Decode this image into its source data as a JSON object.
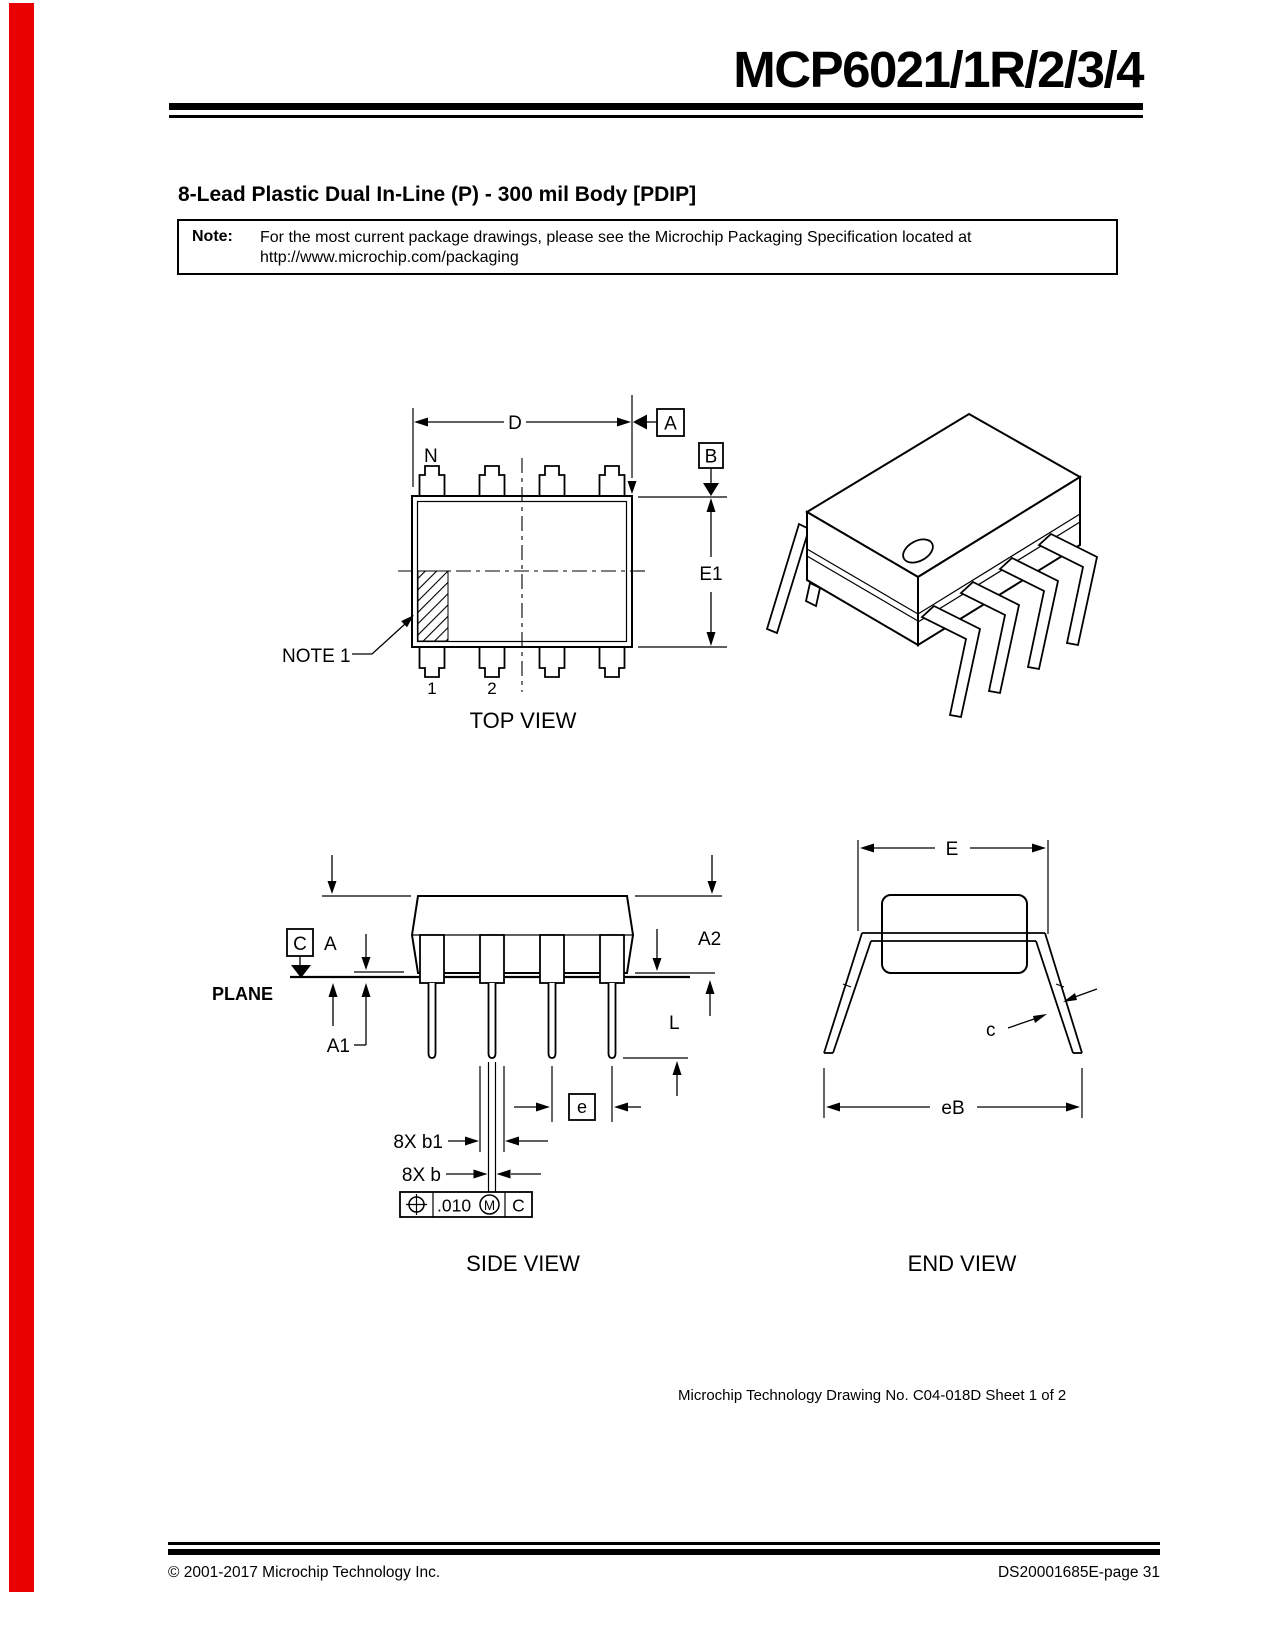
{
  "header": {
    "title": "MCP6021/1R/2/3/4",
    "section_heading": "8-Lead Plastic Dual In-Line (P) - 300 mil Body [PDIP]"
  },
  "note": {
    "label": "Note:",
    "line1": "For the most current package drawings, please see the Microchip Packaging Specification located at",
    "line2": "http://www.microchip.com/packaging"
  },
  "top_view": {
    "caption": "TOP VIEW",
    "dim_d": "D",
    "pin_count_label": "N",
    "datum_a": "A",
    "datum_b": "B",
    "dim_e1": "E1",
    "note1": "NOTE 1",
    "pin1": "1",
    "pin2": "2"
  },
  "side_view": {
    "caption": "SIDE VIEW",
    "datum_c": "C",
    "dim_a": "A",
    "dim_a1": "A1",
    "dim_a2": "A2",
    "dim_l": "L",
    "dim_e": "e",
    "dim_b1": "8X b1",
    "dim_b": "8X b",
    "plane": "PLANE",
    "tol_value": ".010",
    "tol_modifier": "M",
    "tol_datum": "C"
  },
  "end_view": {
    "caption": "END VIEW",
    "dim_e": "E",
    "dim_c": "c",
    "dim_eb": "eB"
  },
  "drawing_credit": "Microchip Technology Drawing No. C04-018D Sheet 1 of 2",
  "footer": {
    "copyright": "© 2001-2017 Microchip Technology Inc.",
    "doc_page": "DS20001685E-page 31"
  },
  "colors": {
    "change_bar": "#e90000",
    "ink": "#000000"
  }
}
